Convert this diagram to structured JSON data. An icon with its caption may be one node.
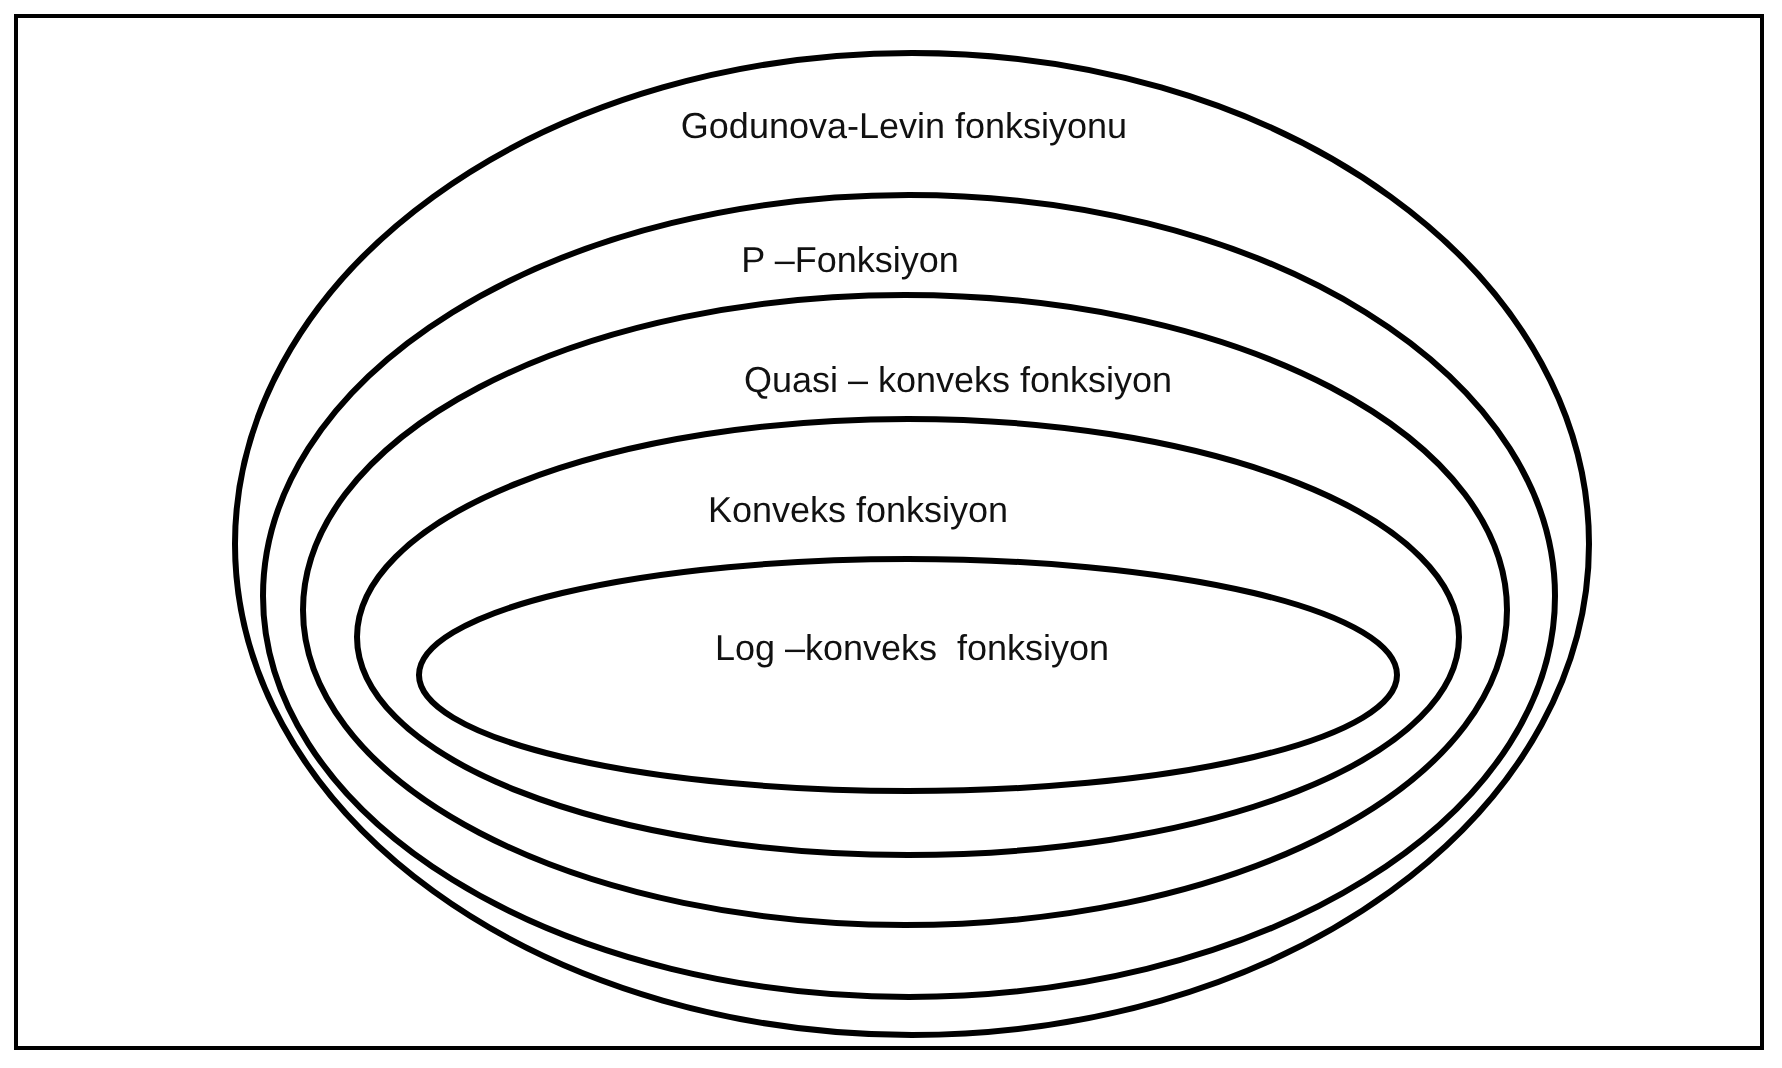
{
  "diagram": {
    "nodes": [
      {
        "text": [
          "Godunova-Levin fonksiyonu"
        ]
      },
      {
        "text": [
          "P –Fonksiyon"
        ],
        "in": 0
      },
      {
        "text": [
          "Quasi – konveks fonksiyon"
        ],
        "in": 1
      },
      {
        "text": [
          "Konveks fonksiyon"
        ],
        "in": 2
      },
      {
        "text": [
          "Log –konveks  fonksiyon"
        ],
        "in": 3
      }
    ]
  }
}
